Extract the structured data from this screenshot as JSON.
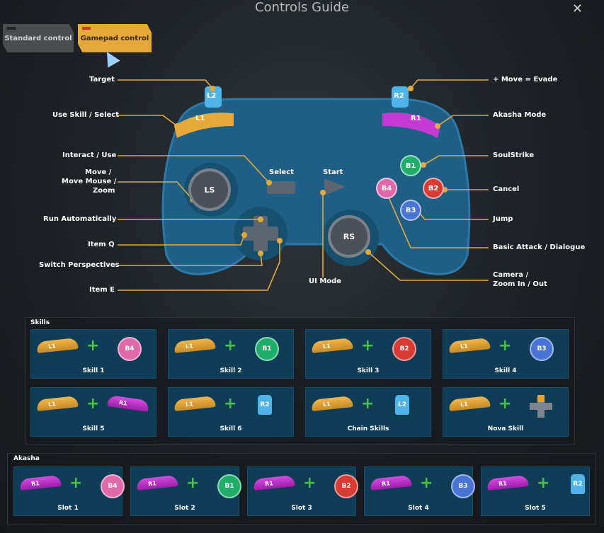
{
  "window": {
    "title": "Controls Guide",
    "close": "✕"
  },
  "tabs": [
    {
      "label": "Standard control",
      "active": false
    },
    {
      "label": "Gamepad control",
      "active": true
    }
  ],
  "controller": {
    "buttons": {
      "L2": "L2",
      "R2": "R2",
      "L1": "L1",
      "R1": "R1",
      "B1": "B1",
      "B2": "B2",
      "B3": "B3",
      "B4": "B4",
      "LS": "LS",
      "RS": "RS",
      "select": "Select",
      "start": "Start"
    },
    "left_labels": [
      "Target",
      "Use Skill / Select",
      "Interact / Use",
      "Move /",
      "Move Mouse /",
      "Zoom",
      "Run Automatically",
      "Item Q",
      "Switch Perspectives",
      "Item E"
    ],
    "right_labels": [
      "+ Move = Evade",
      "Akasha Mode",
      "SoulStrike",
      "Cancel",
      "Jump",
      "Basic Attack / Dialogue",
      "Camera /",
      "Zoom In / Out"
    ],
    "bottom_label": "UI Mode"
  },
  "skills": {
    "title": "Skills",
    "cards": [
      {
        "combo": [
          "L1",
          "B4"
        ],
        "label": "Skill 1"
      },
      {
        "combo": [
          "L1",
          "B1"
        ],
        "label": "Skill 2"
      },
      {
        "combo": [
          "L1",
          "B2"
        ],
        "label": "Skill 3"
      },
      {
        "combo": [
          "L1",
          "B3"
        ],
        "label": "Skill 4"
      },
      {
        "combo": [
          "L1",
          "R1"
        ],
        "label": "Skill 5"
      },
      {
        "combo": [
          "L1",
          "R2"
        ],
        "label": "Skill 6"
      },
      {
        "combo": [
          "L1",
          "L2"
        ],
        "label": "Chain Skills"
      },
      {
        "combo": [
          "L1",
          "D-pad"
        ],
        "label": "Nova Skill"
      }
    ]
  },
  "akasha": {
    "title": "Akasha",
    "cards": [
      {
        "combo": [
          "R1",
          "B4"
        ],
        "label": "Slot 1"
      },
      {
        "combo": [
          "R1",
          "B1"
        ],
        "label": "Slot 2"
      },
      {
        "combo": [
          "R1",
          "B2"
        ],
        "label": "Slot 3"
      },
      {
        "combo": [
          "R1",
          "B3"
        ],
        "label": "Slot 4"
      },
      {
        "combo": [
          "R1",
          "R2"
        ],
        "label": "Slot 5"
      }
    ]
  },
  "colors": {
    "controller_body": "#1f5f86",
    "leader_line": "#e2a93c",
    "tab_active": "#e7a83a",
    "card_bg": "#0f3d57",
    "plus": "#49c23f"
  }
}
